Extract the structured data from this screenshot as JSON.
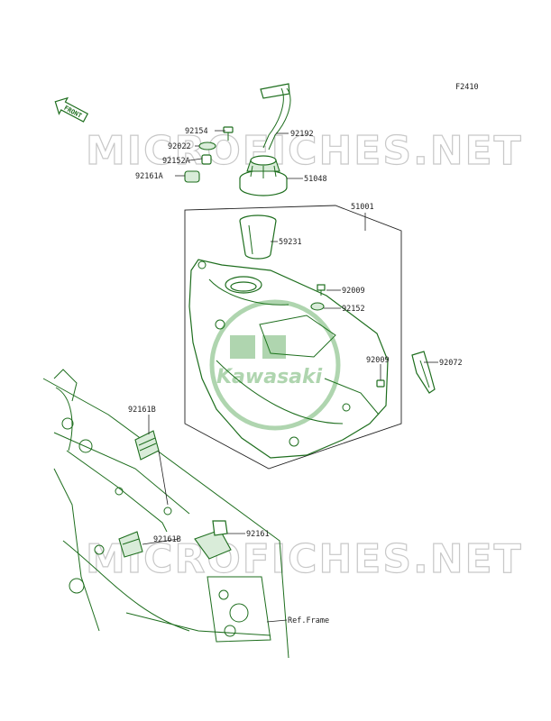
{
  "page_code": "F2410",
  "front_label": "FRONT",
  "watermark": "MICROFICHES.NET",
  "brand": "Kawasaki",
  "colors": {
    "line": "#1e6e1e",
    "fill": "#d9ecd9",
    "text": "#222222",
    "watermark": "#c8c8c8"
  },
  "parts": {
    "p92154": "92154",
    "p92022": "92022",
    "p92152A": "92152A",
    "p92161A": "92161A",
    "p92192": "92192",
    "p51048": "51048",
    "p51001": "51001",
    "p59231": "59231",
    "p92009a": "92009",
    "p92152": "92152",
    "p92009b": "92009",
    "p92072": "92072",
    "p92161B_a": "92161B",
    "p92161B_b": "92161B",
    "p92161": "92161",
    "ref_frame": "Ref.Frame"
  }
}
